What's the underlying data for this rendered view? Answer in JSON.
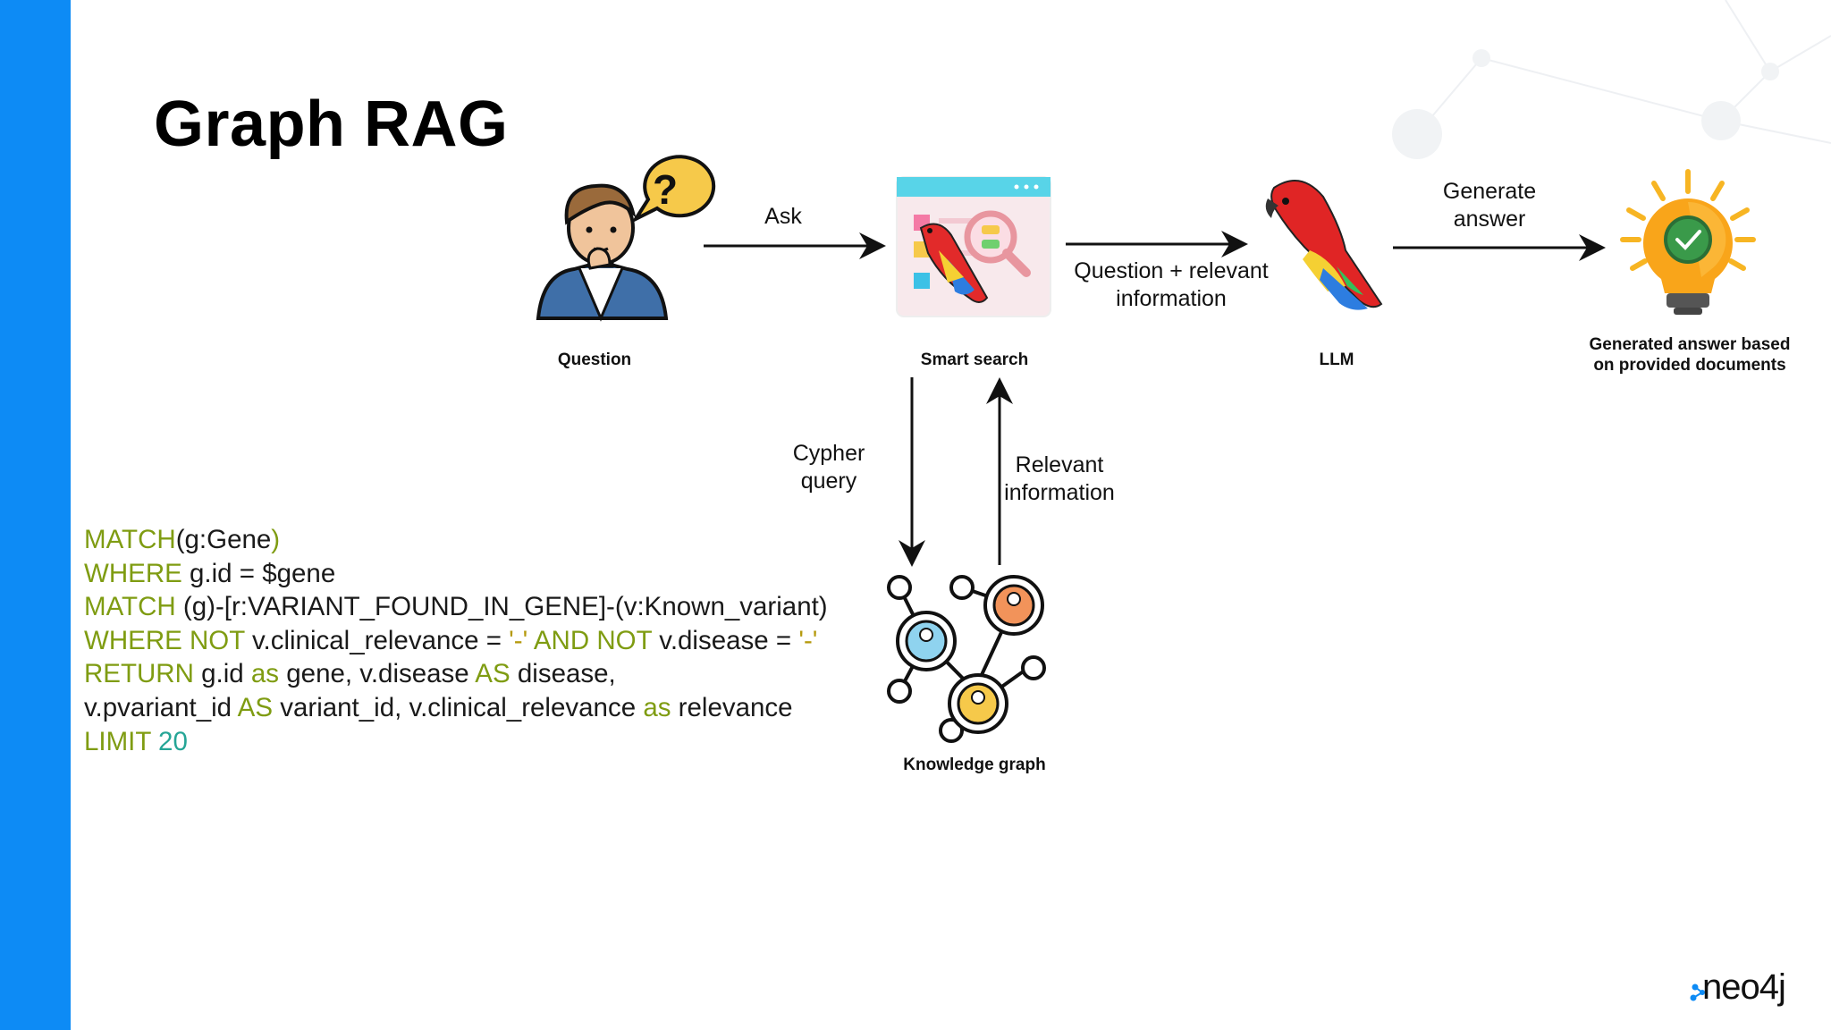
{
  "title": "Graph RAG",
  "nodes": {
    "question": "Question",
    "smart_search": "Smart search",
    "llm": "LLM",
    "answer_line1": "Generated answer based",
    "answer_line2": "on provided documents",
    "knowledge_graph": "Knowledge graph"
  },
  "edges": {
    "ask": "Ask",
    "question_relevant_line1": "Question + relevant",
    "question_relevant_line2": "information",
    "generate_line1": "Generate",
    "generate_line2": "answer",
    "cypher_line1": "Cypher",
    "cypher_line2": "query",
    "relevant_line1": "Relevant",
    "relevant_line2": "information"
  },
  "code": [
    [
      {
        "t": "MATCH",
        "c": "kw"
      },
      {
        "t": "(g:Gene",
        "c": ""
      },
      {
        "t": ")",
        "c": "kw"
      }
    ],
    [
      {
        "t": "WHERE",
        "c": "kw"
      },
      {
        "t": " g.id = $gene",
        "c": ""
      }
    ],
    [
      {
        "t": "MATCH",
        "c": "kw"
      },
      {
        "t": " (g)-[r:VARIANT_FOUND_IN_GENE]-(v:Known_variant)",
        "c": ""
      }
    ],
    [
      {
        "t": "WHERE NOT",
        "c": "kw"
      },
      {
        "t": " v.clinical_relevance = ",
        "c": ""
      },
      {
        "t": "'-'",
        "c": "str"
      },
      {
        "t": " AND NOT",
        "c": "kw"
      },
      {
        "t": " v.disease = ",
        "c": ""
      },
      {
        "t": "'-'",
        "c": "str"
      }
    ],
    [
      {
        "t": "RETURN",
        "c": "kw"
      },
      {
        "t": " g.id ",
        "c": ""
      },
      {
        "t": "as",
        "c": "kw"
      },
      {
        "t": " gene, v.disease ",
        "c": ""
      },
      {
        "t": "AS",
        "c": "kw"
      },
      {
        "t": " disease,",
        "c": ""
      }
    ],
    [
      {
        "t": "v.pvariant_id ",
        "c": ""
      },
      {
        "t": "AS",
        "c": "kw"
      },
      {
        "t": " variant_id, v.clinical_relevance ",
        "c": ""
      },
      {
        "t": "as",
        "c": "kw"
      },
      {
        "t": " relevance",
        "c": ""
      }
    ],
    [
      {
        "t": "LIMIT",
        "c": "kw"
      },
      {
        "t": " 20",
        "c": "num"
      }
    ]
  ],
  "logo": "neo4j",
  "colors": {
    "sidebar": "#0d8bf5",
    "keyword": "#7f9c12",
    "number": "#25a596",
    "string": "#b59a0e"
  },
  "icons": {
    "question": "thinking-person-icon",
    "smart_search": "smart-search-parrot-icon",
    "llm": "parrot-icon",
    "answer": "lightbulb-check-icon",
    "knowledge_graph": "knowledge-graph-icon"
  }
}
